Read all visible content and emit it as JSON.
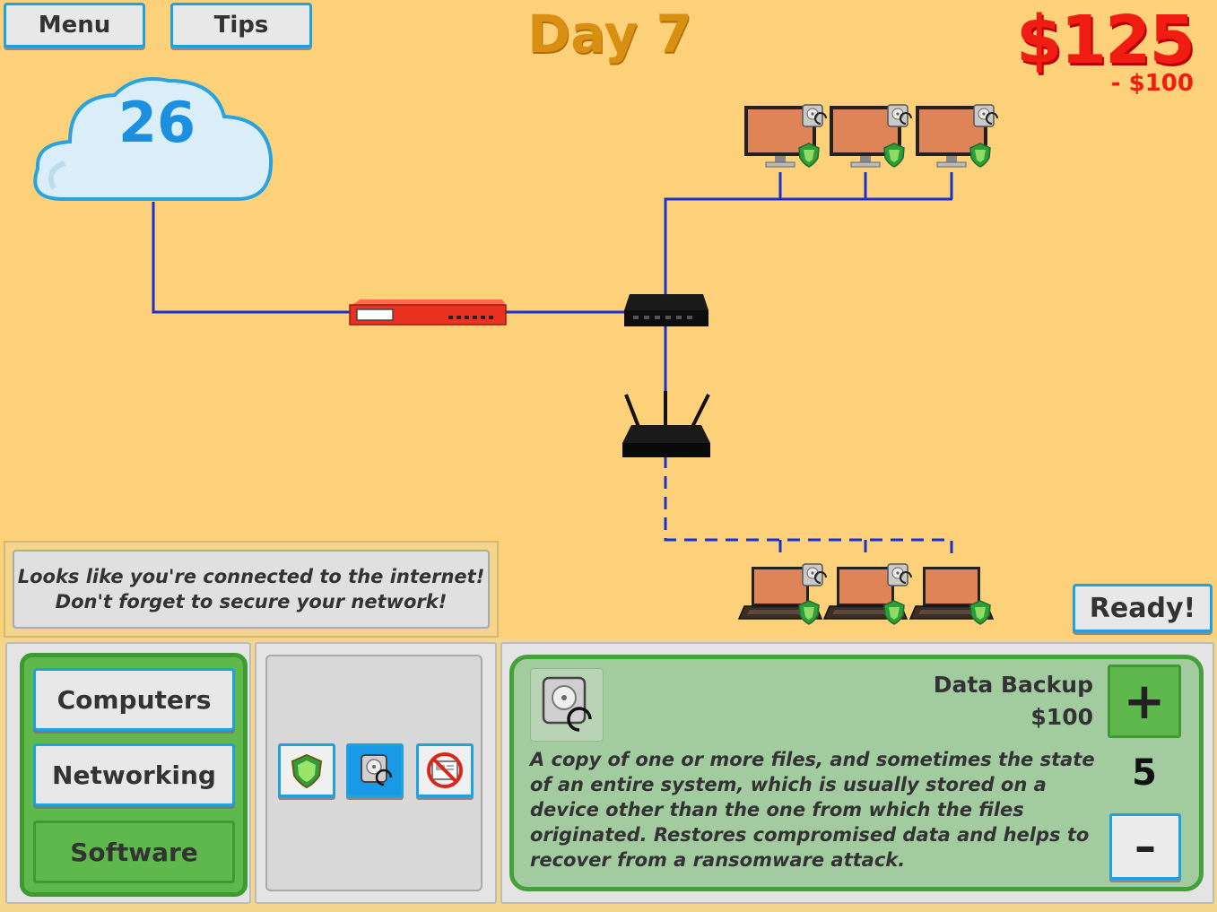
{
  "header": {
    "menu_label": "Menu",
    "tips_label": "Tips",
    "day_label": "Day 7",
    "money": "$125",
    "money_change": "- $100"
  },
  "network": {
    "cloud_value": "26"
  },
  "message": {
    "line1": "Looks like you're connected to the internet!",
    "line2": "Don't forget to secure your network!"
  },
  "ready_label": "Ready!",
  "categories": [
    {
      "label": "Computers",
      "active": false
    },
    {
      "label": "Networking",
      "active": false
    },
    {
      "label": "Software",
      "active": true
    }
  ],
  "items": [
    {
      "icon": "antivirus-shield-icon",
      "selected": false
    },
    {
      "icon": "data-backup-icon",
      "selected": true
    },
    {
      "icon": "ad-blocker-icon",
      "selected": false
    }
  ],
  "detail": {
    "name": "Data Backup",
    "price": "$100",
    "description": "A copy of one or more files, and sometimes the state of an entire system, which is usually stored on a device other than the one from which the files originated. Restores compromised data and helps to recover from a ransomware attack.",
    "plus_label": "+",
    "quantity": "5",
    "minus_label": "–"
  },
  "colors": {
    "background": "#fcd17a",
    "button_border": "#1fa0e0",
    "active_green": "#5fb84c",
    "money_red": "#f21d12",
    "day_orange": "#d98f12",
    "wire_blue": "#1b2fcf"
  }
}
